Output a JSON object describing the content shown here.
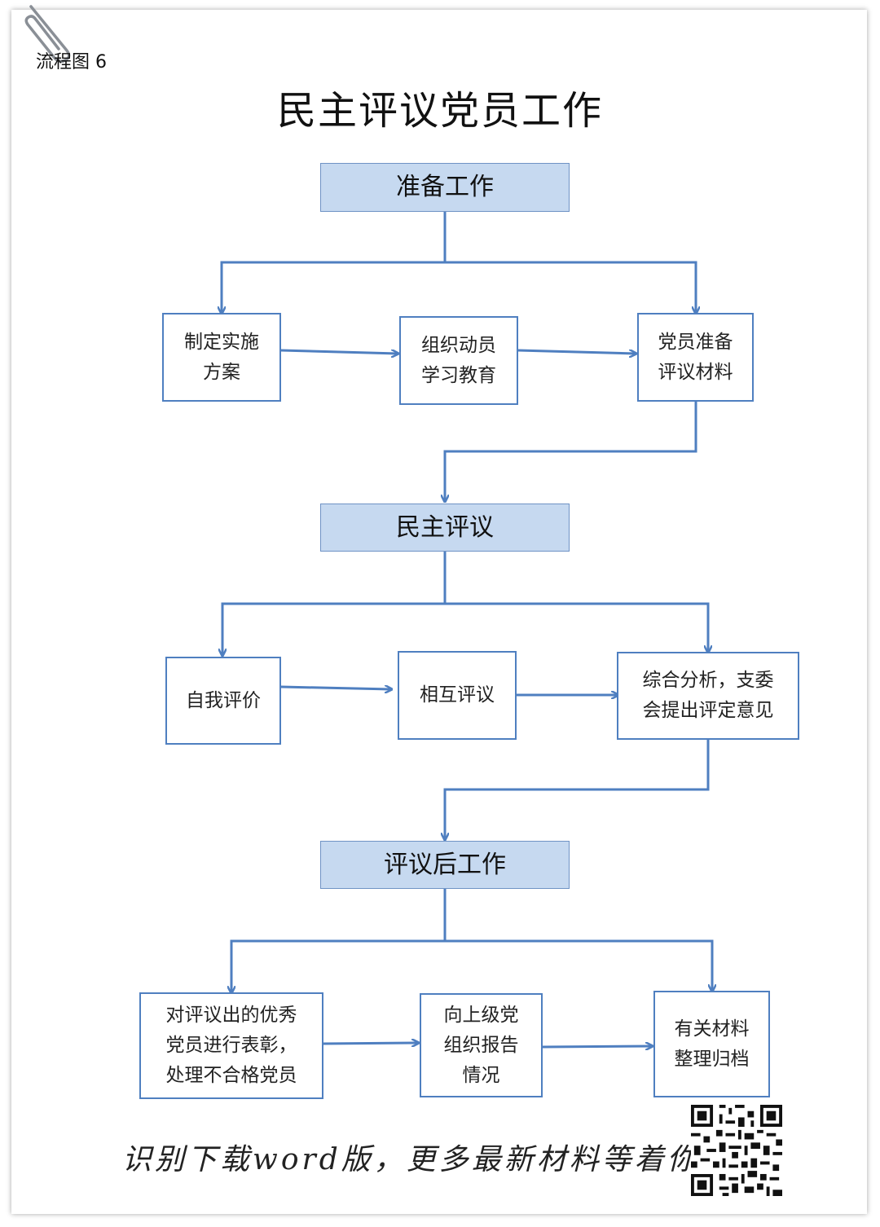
{
  "label": "流程图 6",
  "title": "民主评议党员工作",
  "phases": [
    {
      "name": "准备工作",
      "steps": [
        "制定实施\n方案",
        "组织动员\n学习教育",
        "党员准备\n评议材料"
      ]
    },
    {
      "name": "民主评议",
      "steps": [
        "自我评价",
        "相互评议",
        "综合分析，支委\n会提出评定意见"
      ]
    },
    {
      "name": "评议后工作",
      "steps": [
        "对评议出的优秀\n党员进行表彰，\n处理不合格党员",
        "向上级党\n组织报告\n情况",
        "有关材料\n整理归档"
      ]
    }
  ],
  "footer": "识别下载word版，更多最新材料等着你",
  "icons": [
    "paperclip-icon",
    "qr-code-icon"
  ],
  "colors": {
    "box_border": "#4f7fc0",
    "phase_fill": "#c6d9f0",
    "connector": "#4f7fc0"
  }
}
